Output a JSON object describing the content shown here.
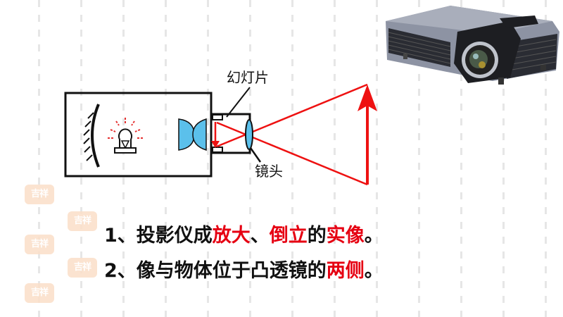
{
  "diagram": {
    "slide_label": "幻灯片",
    "lens_label": "镜头"
  },
  "points": [
    {
      "number": "1、",
      "parts": [
        {
          "text": "投影仪成",
          "highlight": false
        },
        {
          "text": "放大",
          "highlight": true
        },
        {
          "text": "、",
          "highlight": false
        },
        {
          "text": "倒立",
          "highlight": true
        },
        {
          "text": "的",
          "highlight": false
        },
        {
          "text": "实像",
          "highlight": true
        },
        {
          "text": "。",
          "highlight": false
        }
      ]
    },
    {
      "number": "2、",
      "parts": [
        {
          "text": "像与物体位于凸透镜的",
          "highlight": false
        },
        {
          "text": "两侧",
          "highlight": true
        },
        {
          "text": "。",
          "highlight": false
        }
      ]
    }
  ],
  "watermark": "吉祥",
  "colors": {
    "highlight": "#e60012",
    "ray": "#ee1111",
    "lens": "#5bc0eb",
    "stamp": "#fbe0cb"
  }
}
